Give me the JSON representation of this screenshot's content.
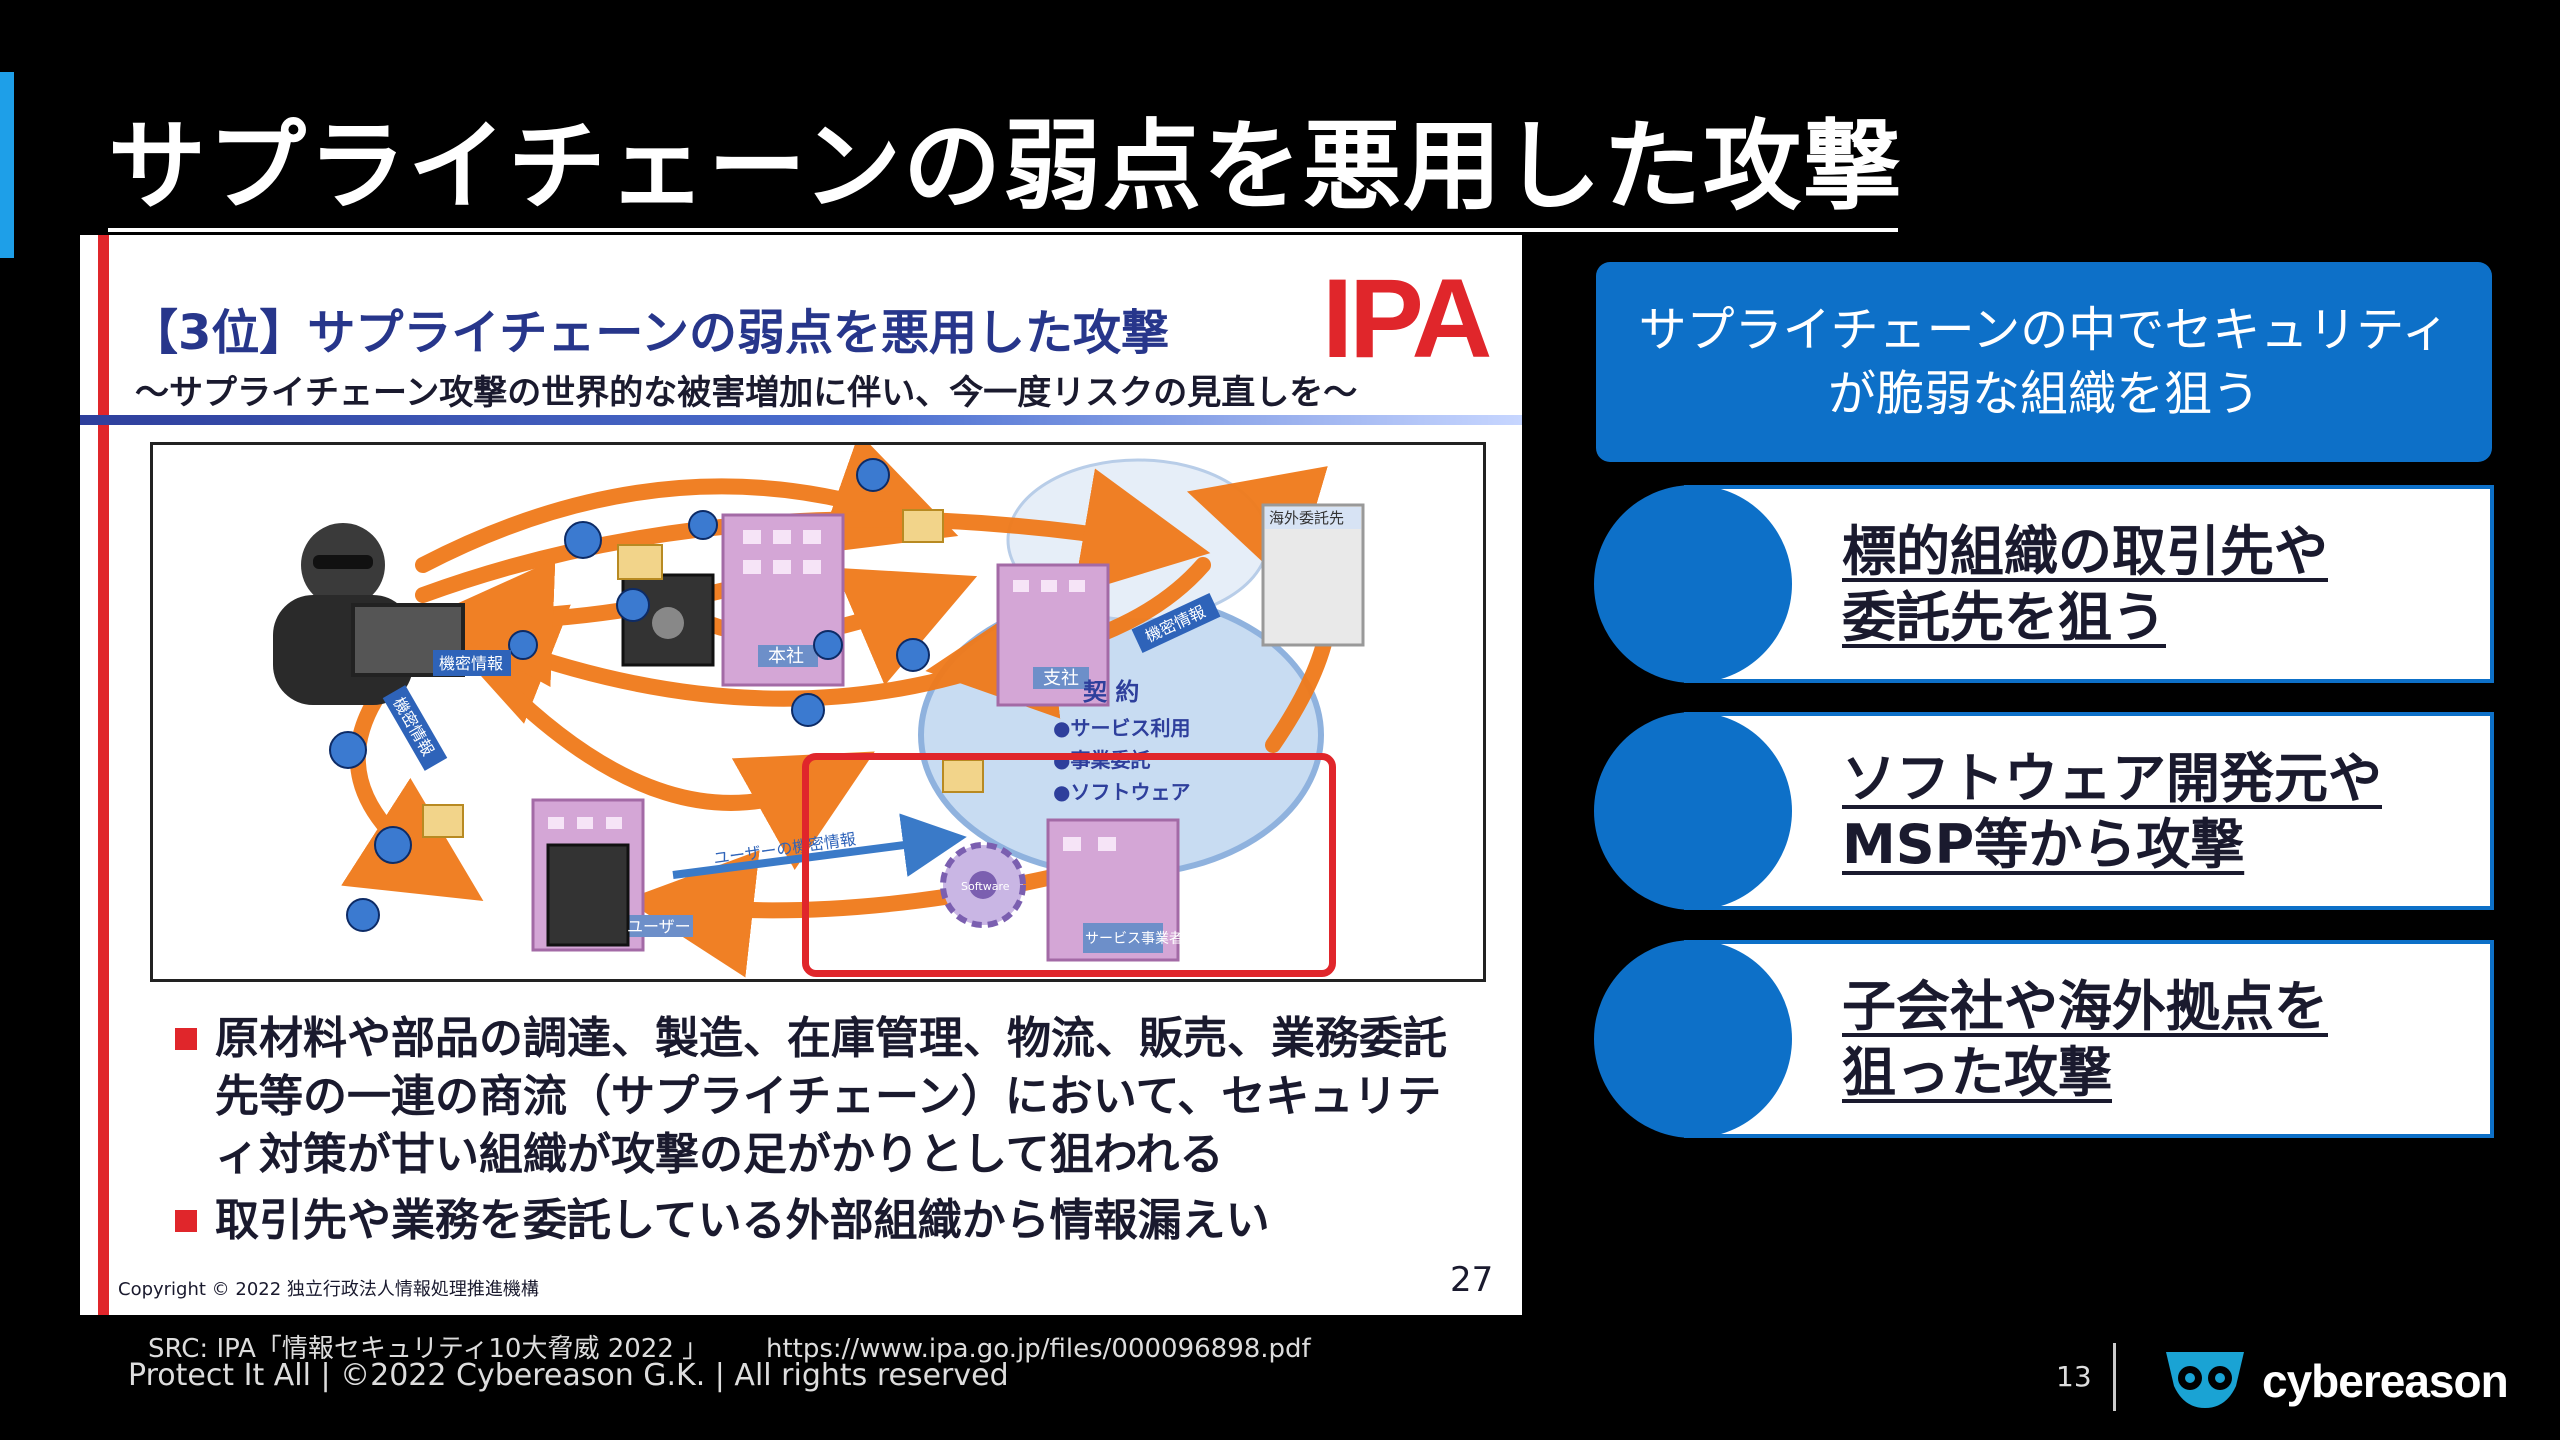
{
  "slide": {
    "title": "サプライチェーンの弱点を悪用した攻撃",
    "page_number": "13"
  },
  "ipa_slide": {
    "logo": "IPA",
    "heading": "【3位】サプライチェーンの弱点を悪用した攻撃",
    "subheading": "〜サプライチェーン攻撃の世界的な被害増加に伴い、今一度リスクの見直しを〜",
    "diagram_labels": {
      "honsha": "本社",
      "shisha": "支社",
      "kaigai": "海外委託先",
      "kimitsu1": "機密情報",
      "kimitsu2": "機密情報",
      "kimitsu3": "機密情報",
      "user": "ユーザー",
      "user_kimitsu": "ユーザーの機密情報",
      "service_provider": "サービス事業者",
      "software_label": "Software",
      "contract_title": "契 約",
      "contract_item1": "●サービス利用",
      "contract_item2": "●事業委託",
      "contract_item3": "●ソフトウェア"
    },
    "bullets": [
      "原材料や部品の調達、製造、在庫管理、物流、販売、業務委託先等の一連の商流（サプライチェーン）において、セキュリティ対策が甘い組織が攻撃の足がかりとして狙われる",
      "取引先や業務を委託している外部組織から情報漏えい"
    ],
    "copyright": "Copyright © 2022 独立行政法人情報処理推進機構",
    "page_number": "27"
  },
  "callout": {
    "text": "サプライチェーンの中でセキュリティが脆弱な組織を狙う"
  },
  "points": [
    {
      "line1": "標的組織の取引先や",
      "line2": "委託先を狙う"
    },
    {
      "line1": "ソフトウェア開発元や",
      "line2": "MSP等から攻撃"
    },
    {
      "line1": "子会社や海外拠点を",
      "line2": "狙った攻撃"
    }
  ],
  "footer": {
    "source": "SRC: IPA「情報セキュリティ10大脅威 2022 」       https://www.ipa.go.jp/files/000096898.pdf",
    "copyright": "Protect It All | ©2022 Cybereason G.K. | All rights reserved",
    "logo_text": "cybereason"
  },
  "colors": {
    "accent_blue": "#0d70c8",
    "title_bar": "#1e9fe8",
    "ipa_red": "#e0262b",
    "arrow_orange": "#f07a1a",
    "ipa_navy": "#27368b"
  },
  "icons": [
    "hacker-icon",
    "malware-bug-icon",
    "building-icon",
    "computer-icon",
    "cloud-icon",
    "gear-icon"
  ]
}
